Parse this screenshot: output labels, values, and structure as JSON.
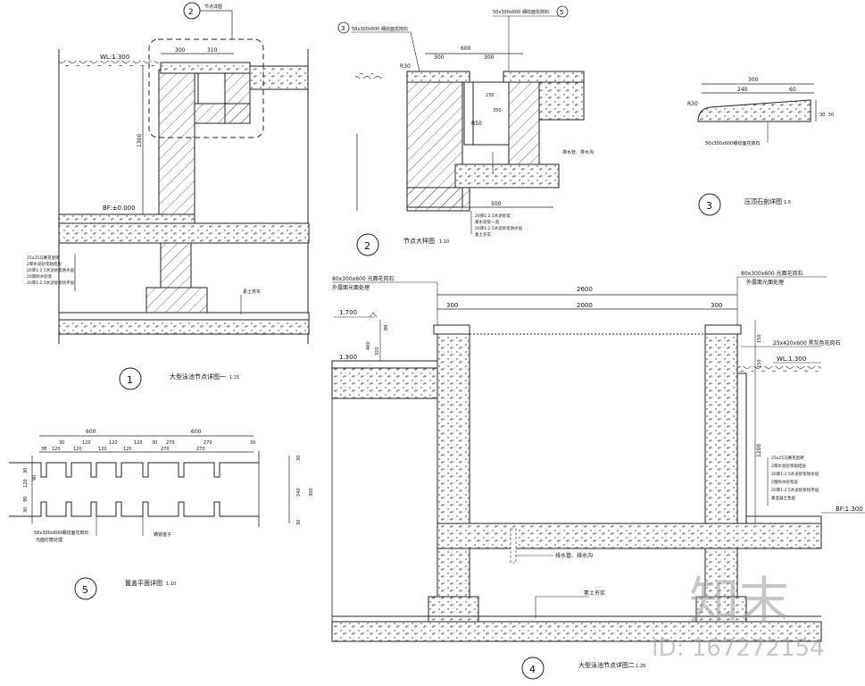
{
  "detail1": {
    "bubble_label": "2",
    "callout_text": "节点详图",
    "wl_label": "WL:1.300",
    "bf_label": "BF:±0.000",
    "dims_top": [
      "300",
      "310"
    ],
    "dim_side": "1300",
    "layers": [
      "25x25马赛克瓷砖",
      "2厚水泥砂浆粘结层",
      "20厚1:2.5水泥砂浆防水层",
      "20厚防水砂浆",
      "20厚1:2.5水泥砂浆找平层"
    ],
    "base_note": "素土夯实",
    "number": "1",
    "title": "大型泳池节点详图一",
    "scale": "1:15"
  },
  "detail2": {
    "callout_left": "58x300x600 细纹面花岗石",
    "callout_right": "50x300x600 细纹面花岗石",
    "bubble_left": "3",
    "bubble_right": "5",
    "dims_top": [
      "600",
      "300",
      "300"
    ],
    "dims_inner": [
      "230",
      "350"
    ],
    "radius_labels": [
      "R30",
      "R50"
    ],
    "bottom_dim": "500",
    "note_pipe": "排水管、排水沟",
    "layers": [
      "20厚1:2.5水泥砂浆",
      "素水泥浆一道",
      "20厚1:2.5水泥砂浆防水层",
      "素土夯实"
    ],
    "number": "2",
    "title": "节点大样图",
    "scale": "1:10"
  },
  "detail3": {
    "radius_label": "R30",
    "dims_top": [
      "300",
      "240",
      "60"
    ],
    "dims_side": [
      "30",
      "50"
    ],
    "callout": "50x300x600细纹面花岗石",
    "number": "3",
    "title": "压顶石剖详图",
    "scale": "1:5"
  },
  "detail4": {
    "callout_left": "80x300x600 光面花岗石",
    "callout_left_2": "外露面光面处理",
    "callout_right": "80x300x600 光面花岗石",
    "callout_right_2": "外露面光面处理",
    "dim_total": "2600",
    "dims_segments": [
      "300",
      "2000",
      "300"
    ],
    "level_left_top": "1.700",
    "level_left_mid": "1.300",
    "dims_left": [
      "400",
      "320",
      "80"
    ],
    "tile_callout": "25x420x600 黑灰色花岗石",
    "dims_right": [
      "150",
      "150",
      "1200"
    ],
    "wl_label": "WL:1.300",
    "bf_label": "BF:1.300",
    "layers": [
      "25x25马赛克瓷砖",
      "2厚水泥砂浆粘结层",
      "20厚1:2.5水泥砂浆防水层",
      "2厚防水砂浆层",
      "20厚1:2.5水泥砂浆找平层",
      "素混凝土垫层"
    ],
    "pipe_note": "排水管、排水沟",
    "base_note": "素土夯实",
    "number": "4",
    "title": "大型泳池节点详图二",
    "scale": "1:20"
  },
  "detail5": {
    "dims_top": [
      "600",
      "600"
    ],
    "dims_seg": [
      "30",
      "120",
      "120",
      "120",
      "30",
      "270",
      "270",
      "30"
    ],
    "dims_seg_row2": [
      "38",
      "120",
      "120",
      "120",
      "120",
      "270",
      "270"
    ],
    "dims_left": [
      "30",
      "120",
      "90",
      "90",
      "30"
    ],
    "dims_right": [
      "30",
      "240",
      "300",
      "30"
    ],
    "callout_left": "58x300x600细纹面花岗石",
    "callout_left_2": "光面打磨处理",
    "callout_right": "铸铁篦子",
    "number": "5",
    "title": "篦盖平面详图",
    "scale": "1:10"
  },
  "watermark": {
    "logo": "知末",
    "id_text": "ID: 167272154"
  }
}
